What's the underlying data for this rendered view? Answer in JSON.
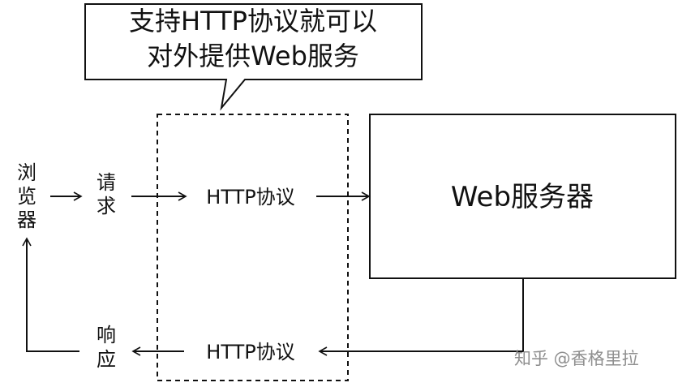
{
  "callout": {
    "line1": "支持HTTP协议就可以",
    "line2": "对外提供Web服务"
  },
  "browser": {
    "label": "浏览器",
    "chars": [
      "浏",
      "览",
      "器"
    ]
  },
  "request": {
    "label": "请求",
    "chars": [
      "请",
      "求"
    ]
  },
  "response": {
    "label": "响应",
    "chars": [
      "响",
      "应"
    ]
  },
  "http_top": {
    "label": "HTTP协议"
  },
  "http_bottom": {
    "label": "HTTP协议"
  },
  "server": {
    "label": "Web服务器"
  },
  "watermark": {
    "label": "知乎 @香格里拉"
  }
}
